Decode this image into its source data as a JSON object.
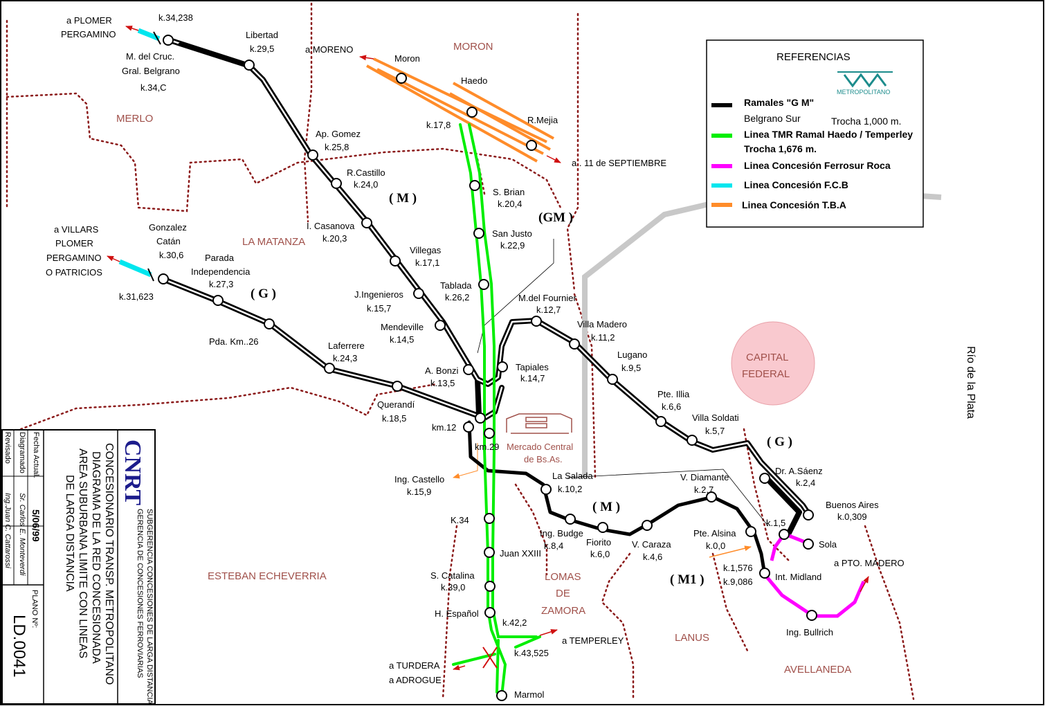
{
  "districts": {
    "moron": "MORON",
    "merlo": "MERLO",
    "la_matanza": "LA MATANZA",
    "esteban": "ESTEBAN ECHEVERRIA",
    "lomas_1": "LOMAS",
    "lomas_2": "DE",
    "lomas_3": "ZAMORA",
    "lanus": "LANUS",
    "avellaneda": "AVELLANEDA"
  },
  "capital": {
    "line1": "CAPITAL",
    "line2": "FEDERAL"
  },
  "river": "Río de la Plata",
  "branches": {
    "m1": "( M )",
    "gm": "(GM )",
    "g1": "( G )",
    "g2": "( G )",
    "m2": "( M )",
    "m_one": "( M1 )"
  },
  "destinations": {
    "plomer_1": "a PLOMER",
    "plomer_2": "PERGAMINO",
    "moreno": "a MORENO",
    "septiembre": "a . 11 de SEPTIEMBRE",
    "villars_1": "a VILLARS",
    "villars_2": "PLOMER",
    "villars_3": "PERGAMINO",
    "villars_4": "O PATRICIOS",
    "temperley": "a TEMPERLEY",
    "turdera_1": "a TURDERA",
    "turdera_2": "a ADROGUE",
    "madero": "a PTO. MADERO"
  },
  "labels": {
    "k34238": "k.34,238",
    "mcruc_1": "M. del Cruc.",
    "mcruc_2": "Gral. Belgrano",
    "mcruc_3": "k.34,C",
    "libertad_1": "Libertad",
    "libertad_2": "k.29,5",
    "moron": "Moron",
    "haedo": "Haedo",
    "k178": "k.17,8",
    "rmejia": "R.Mejia",
    "apgomez_1": "Ap. Gomez",
    "apgomez_2": "k.25,8",
    "rcastillo_1": "R.Castillo",
    "rcastillo_2": "k.24,0",
    "sbrian_1": "S. Brian",
    "sbrian_2": "k.20,4",
    "sanjusto_1": "San Justo",
    "sanjusto_2": "k.22,9",
    "casanova_1": "I. Casanova",
    "casanova_2": "k.20,3",
    "villegas_1": "Villegas",
    "villegas_2": "k.17,1",
    "tablada_1": "Tablada",
    "tablada_2": "k.26,2",
    "jingenieros_1": "J.Ingenieros",
    "jingenieros_2": "k.15,7",
    "mendeville_1": "Mendeville",
    "mendeville_2": "k.14,5",
    "abonzi_1": "A. Bonzi",
    "abonzi_2": "k.13,5",
    "gcatan_1": "Gonzalez",
    "gcatan_2": "Catán",
    "gcatan_3": "k.30,6",
    "k31623": "k.31,623",
    "parada_1": "Parada",
    "parada_2": "Independencia",
    "parada_3": "k.27,3",
    "pdakm": "Pda. Km..26",
    "laferrere_1": "Laferrere",
    "laferrere_2": "k.24,3",
    "querandi_1": "Querandí",
    "querandi_2": "k.18,5",
    "km12": "km.12",
    "km29": "km.29",
    "mercado_1": "Mercado Central",
    "mercado_2": "de Bs.As.",
    "castello_1": "Ing. Castello",
    "castello_2": "k.15,9",
    "mfournier_1": "M.del Fournier",
    "mfournier_2": "k.12,7",
    "tapiales_1": "Tapiales",
    "tapiales_2": "k.14,7",
    "vmadero_1": "Villa Madero",
    "vmadero_2": "k.11,2",
    "lugano_1": "Lugano",
    "lugano_2": "k.9,5",
    "illia_1": "Pte. Illia",
    "illia_2": "k.6,6",
    "soldati_1": "Villa Soldati",
    "soldati_2": "k.5,7",
    "saenz_1": "Dr. A.Sáenz",
    "saenz_2": "k.2,4",
    "baires_1": "Buenos Aires",
    "baires_2": "k.0,309",
    "k15": "k.1,5",
    "sola": "Sola",
    "salada_1": "La Salada",
    "salada_2": "k.10,2",
    "vdiamante_1": "V. Diamante",
    "vdiamante_2": "k.2,7",
    "alsina_1": "Pte. Alsina",
    "alsina_2": "k.0,0",
    "k34": "K.34",
    "budge_1": "Ing. Budge",
    "budge_2": "k.8,4",
    "fiorito_1": "Fiorito",
    "fiorito_2": "k.6,0",
    "caraza_1": "V. Caraza",
    "caraza_2": "k.4,6",
    "juanxxiii": "Juan XXIII",
    "scatalina_1": "S. Catalina",
    "scatalina_2": "k.39,0",
    "k1576": "k.1,576",
    "k9086": "k.9,086",
    "midland": "Int. Midland",
    "hespanol": "H. Español",
    "k422": "k.42,2",
    "k43525": "k.43,525",
    "bullrich": "Ing. Bullrich",
    "marmol": "Marmol"
  },
  "legend": {
    "title": "REFERENCIAS",
    "logo_text": "METROPOLITANO",
    "items": [
      {
        "text": "Ramales \"G M\"",
        "color": "#000000"
      },
      {
        "text": "Belgrano Sur",
        "color": ""
      },
      {
        "text": "Linea TMR Ramal Haedo / Temperley",
        "color": "#00ee00"
      },
      {
        "text": "Linea Concesión Ferrosur Roca",
        "color": "#ff00ff"
      },
      {
        "text": "Linea Concesión F.C.B",
        "color": "#00e6ee"
      },
      {
        "text": "Linea Concesión T.B.A",
        "color": "#ff8c2a"
      }
    ],
    "gauge_1": "Trocha 1,000 m.",
    "gauge_2": "Trocha 1,676 m."
  },
  "title_block": {
    "org": "CNRT",
    "org_line1": "GERENCIA DE CONCESIONES FERROVIARIAS",
    "org_line2": "SUBGERENCIA  CONCESIONES DE LARGA DISTANCIA",
    "title_1": "CONCESIONARIO TRANSP. METROPOLITANO",
    "title_2": "DIAGRAMA DE LA RED CONCESIONADA",
    "title_3": "AREA SUBURBANA LIMITE CON LINEAS",
    "title_4": "DE LARGA DISTANCIA",
    "fecha_label": "Fecha Actual.",
    "fecha_value": "5/06/99",
    "diagramado_label": "Diagramado",
    "diagramado_value": "Sr. Carlos E. Monteverdi",
    "revisado_label": "Revisado",
    "revisado_value": "Ing.Juan C. Cattarossi",
    "plano_label": "PLANO Nº:",
    "plano_value": "LD.0041"
  },
  "colors": {
    "gm_black": "#000000",
    "tmr_green": "#00ee00",
    "roca_magenta": "#ff00ff",
    "fcb_cyan": "#00e6ee",
    "tba_orange": "#ff8c2a",
    "boundary": "#8b1a1a",
    "district_text": "#a0504a",
    "capital_fill": "#f9c9cf",
    "road_gray": "#c8c8c8",
    "cnrt_blue": "#1c1c8c"
  }
}
